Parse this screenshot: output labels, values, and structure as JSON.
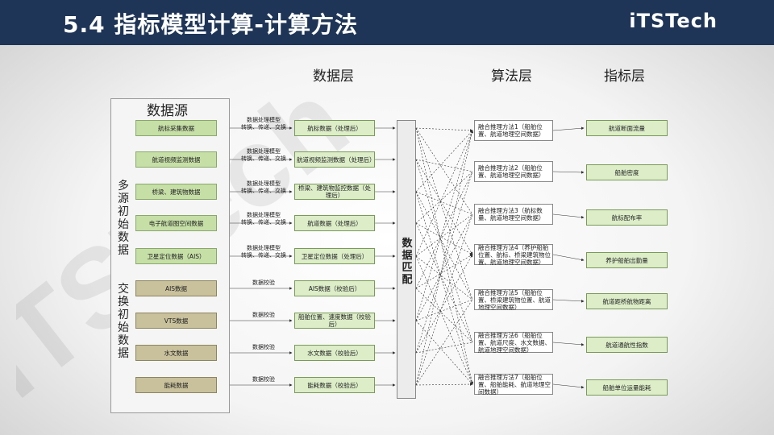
{
  "header": {
    "title": "5.4 指标模型计算-计算方法",
    "brand": "iTSTech"
  },
  "watermark": "iTSTech",
  "layers": {
    "data": "数据层",
    "algorithm": "算法层",
    "indicator": "指标层"
  },
  "sources": {
    "title": "数据源",
    "group1": "多源初始数据",
    "group2": "交换初始数据",
    "items": [
      "航标采集数据",
      "航道视频监测数据",
      "桥梁、建筑物数据",
      "电子航道图空间数据",
      "卫星定位数据（AIS）",
      "AIS数据",
      "VTS数据",
      "水文数据",
      "能耗数据"
    ]
  },
  "processes": [
    "数据处理模型\n转换、传递、交换",
    "数据处理模型\n转换、传递、交换",
    "数据处理模型\n转换、传递、交换",
    "数据处理模型\n转换、传递、交换",
    "数据处理模型\n转换、传递、交换",
    "数据校验",
    "数据校验",
    "数据校验",
    "数据校验"
  ],
  "data_layer": [
    "航标数据（处理后）",
    "航道视频监测数据（处理后）",
    "桥梁、建筑物监控数据（处理后）",
    "航道数据（处理后）",
    "卫星定位数据（处理后）",
    "AIS数据（校验后）",
    "船舶位置、速度数据（校验后）",
    "水文数据（校验后）",
    "能耗数据（校验后）"
  ],
  "match": "数据匹配",
  "algorithms": [
    "融合推理方法1（船舶位置、航道地理空间数据）",
    "融合推理方法2（船舶位置、航道地理空间数据）",
    "融合推理方法3（航标数量、航道地理空间数据）",
    "融合推理方法4（养护船舶位置、航标、桥梁建筑物位置、航道地理空间数据）",
    "融合推理方法5（船舶位置、桥梁建筑物位置、航道地理空间数据）",
    "融合推理方法6（船舶位置、航道尺度、水文数据、航道地理空间数据）",
    "融合推理方法7（船舶位置、船舶能耗、航道地理空间数据）"
  ],
  "indicators": [
    "航道断面流量",
    "船舶密度",
    "航标配布率",
    "养护船舶出勤量",
    "航道距桥航物距离",
    "航道通航性指数",
    "船舶单位运量能耗"
  ]
}
